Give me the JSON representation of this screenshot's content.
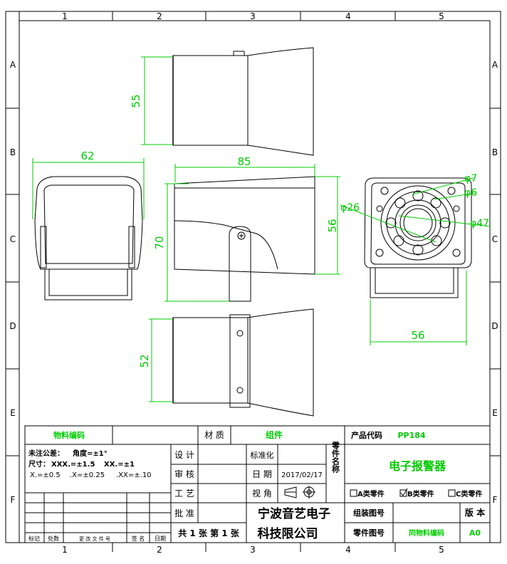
{
  "colors": {
    "line": "#000000",
    "dim": "#00cc00",
    "red": "#ff0000",
    "sheet": "#ffffff"
  },
  "border": {
    "col_labels": [
      "1",
      "2",
      "3",
      "4",
      "5"
    ],
    "row_labels": [
      "A",
      "B",
      "C",
      "D",
      "E",
      "F"
    ]
  },
  "dims": {
    "top_height": "55",
    "front_width": "62",
    "side_length": "85",
    "front_height": "70",
    "side_height": "56",
    "bottom_height": "52",
    "back_width": "56",
    "d7": "φ7",
    "d6": "φ6",
    "d26": "φ26",
    "d47": "φ47"
  },
  "title_block": {
    "material_code_label": "物料编码",
    "material_label": "材 质",
    "material_value": "组件",
    "product_code_label": "产品代码",
    "product_code_value": "PP184",
    "tol_title": "未注公差：",
    "tol_angle": "角度=±1°",
    "tol_size_label": "尺寸：",
    "tol_xxx": "XXX.=±1.5",
    "tol_xx": "XX.=±1",
    "tol_x": "X.=±0.5",
    "tol_dx": ".X=±0.25",
    "tol_dxx": ".XX=±.10",
    "design_label": "设 计",
    "check_label": "审 核",
    "process_label": "工 艺",
    "approve_label": "批 准",
    "standard_label": "标准化",
    "date_label": "日 期",
    "date_value": "2017/02/17",
    "view_label": "视 角",
    "part_name_label": "零件名称",
    "part_name_value": "电子报警器",
    "class_a": "A类零件",
    "class_b": "B类零件",
    "class_c": "C类零件",
    "assembly_no_label": "组装图号",
    "part_no_label": "零件图号",
    "part_no_value": "同物料编码",
    "version_label": "版 本",
    "version_value": "A0",
    "sheets": "共 1 张  第 1 张",
    "company_line1": "宁波音艺电子",
    "company_line2": "科技限公司",
    "rev_mark": "标记",
    "rev_count": "处数",
    "rev_doc": "更 改 文 件 号",
    "rev_sign": "签 名",
    "rev_date": "日期"
  }
}
